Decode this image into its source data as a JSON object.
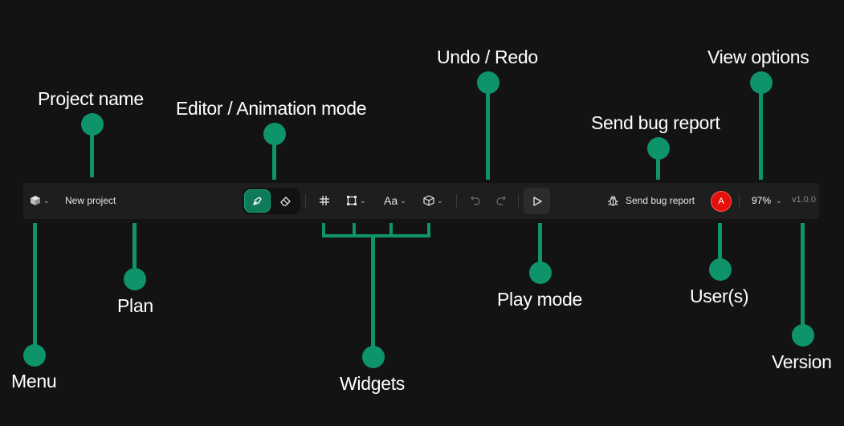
{
  "colors": {
    "background": "#131313",
    "toolbar": "#1e1e1e",
    "accent": "#0e936a",
    "avatar": "#e3100e"
  },
  "annotations": {
    "project_name": "Project name",
    "editor_mode": "Editor / Animation mode",
    "undo_redo": "Undo / Redo",
    "view_options": "View options",
    "send_bug_report": "Send bug report",
    "menu": "Menu",
    "plan": "Plan",
    "widgets": "Widgets",
    "play_mode": "Play mode",
    "users": "User(s)",
    "version": "Version"
  },
  "toolbar": {
    "menu_icon": "cube-icon",
    "project_name": "New project",
    "editor_mode_icon": "pen-icon",
    "animation_mode_icon": "eraser-icon",
    "widgets": [
      "grid-icon",
      "frame-icon",
      "text-icon",
      "component-icon"
    ],
    "text_widget_label": "Aa",
    "undo_icon": "undo-icon",
    "redo_icon": "redo-icon",
    "play_icon": "play-icon",
    "bug_icon": "bug-icon",
    "bug_report_label": "Send bug report",
    "user_initial": "A",
    "zoom": "97%",
    "version": "v1.0.0"
  }
}
